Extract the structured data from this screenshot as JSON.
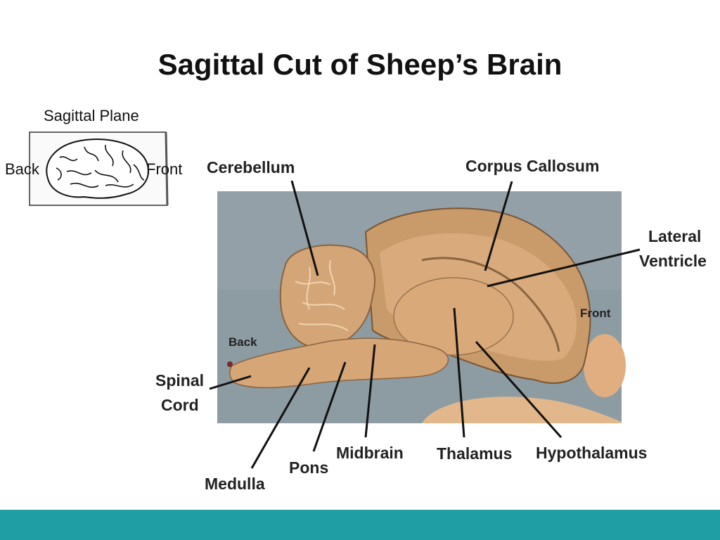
{
  "slide": {
    "title": "Sagittal Cut of Sheep’s Brain"
  },
  "inset": {
    "plane_label": "Sagittal Plane",
    "back_label": "Back",
    "front_label": "Front"
  },
  "photo": {
    "back_tag": "Back",
    "front_tag": "Front"
  },
  "labels": {
    "cerebellum": "Cerebellum",
    "corpus_callosum": "Corpus Callosum",
    "lateral_ventricle_line1": "Lateral",
    "lateral_ventricle_line2": "Ventricle",
    "spinal_cord_line1": "Spinal",
    "spinal_cord_line2": "Cord",
    "medulla": "Medulla",
    "pons": "Pons",
    "midbrain": "Midbrain",
    "thalamus": "Thalamus",
    "hypothalamus": "Hypothalamus"
  },
  "colors": {
    "footer": "#1f9ea3",
    "photo_background": "#8b9aa3",
    "brain_tissue": "#d9a97a"
  }
}
